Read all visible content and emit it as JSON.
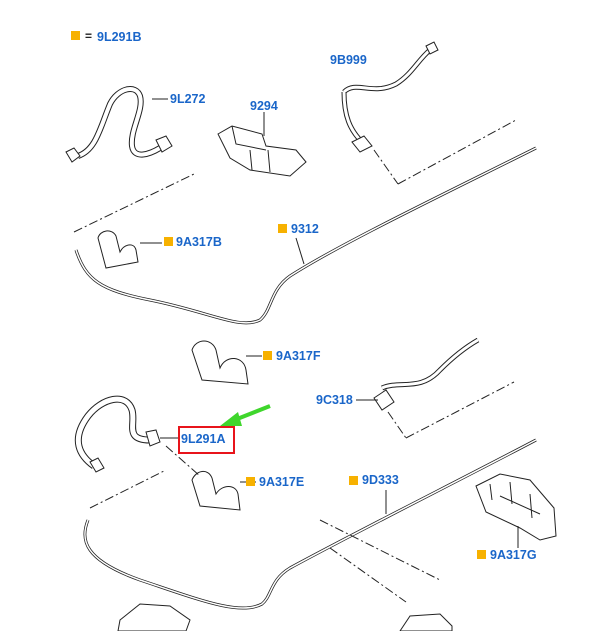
{
  "legend": {
    "marker_color": "#f7b100",
    "equals": "=",
    "code": "9L291B"
  },
  "labels": {
    "l_9L272": "9L272",
    "l_9294": "9294",
    "l_9B999": "9B999",
    "l_9A317B": "9A317B",
    "l_9312": "9312",
    "l_9A317F": "9A317F",
    "l_9C318": "9C318",
    "l_9L291A": "9L291A",
    "l_9A317E": "9A317E",
    "l_9D333": "9D333",
    "l_9A317G": "9A317G"
  },
  "colors": {
    "label": "#1a66c9",
    "marker": "#f7b100",
    "highlight": "#e8141b",
    "arrow": "#3fd62c",
    "line": "#222222"
  },
  "highlighted_part": "9L291A",
  "arrow_icon": "arrow-pointer-icon"
}
